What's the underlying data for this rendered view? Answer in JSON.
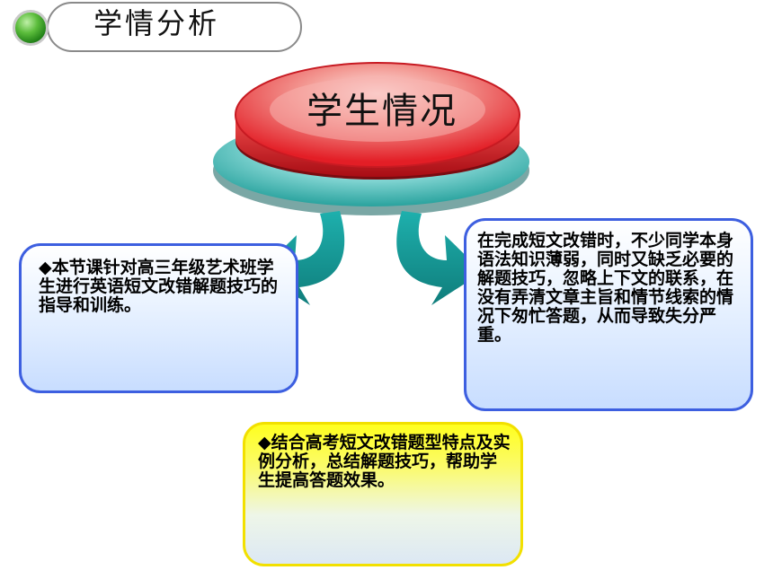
{
  "header": {
    "title": "学情分析"
  },
  "center": {
    "label": "学生情况"
  },
  "boxes": {
    "left": "◆本节课针对高三年级艺术班学生进行英语短文改错解题技巧的指导和训练。",
    "right": "在完成短文改错时，不少同学本身语法知识薄弱，同时又缺乏必要的解题技巧，忽略上下文的联系，在没有弄清文章主旨和情节线索的情况下匆忙答题，从而导致失分严重。",
    "bottom": "◆结合高考短文改错题型特点及实例分析，总结解题技巧，帮助学生提高答题效果。"
  },
  "colors": {
    "red_button": "#e8202a",
    "teal_base": "#1fa6a0",
    "arrow": "#138c8a",
    "blue_border": "#3d5fe0",
    "yellow_border": "#f2e000",
    "bullet_green": "#2f9a22"
  }
}
